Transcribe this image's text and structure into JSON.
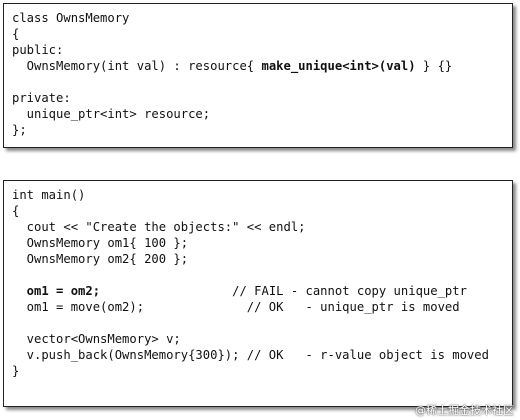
{
  "box1": {
    "lines": [
      {
        "segments": [
          {
            "text": "class OwnsMemory",
            "bold": false
          }
        ]
      },
      {
        "segments": [
          {
            "text": "{",
            "bold": false
          }
        ]
      },
      {
        "segments": [
          {
            "text": "public:",
            "bold": false
          }
        ]
      },
      {
        "segments": [
          {
            "text": "  OwnsMemory(int val) : resource{ ",
            "bold": false
          },
          {
            "text": "make_unique<int>(val)",
            "bold": true
          },
          {
            "text": " } {}",
            "bold": false
          }
        ]
      },
      {
        "segments": [
          {
            "text": "",
            "bold": false
          }
        ]
      },
      {
        "segments": [
          {
            "text": "private:",
            "bold": false
          }
        ]
      },
      {
        "segments": [
          {
            "text": "  unique_ptr<int> resource;",
            "bold": false
          }
        ]
      },
      {
        "segments": [
          {
            "text": "};",
            "bold": false
          }
        ]
      }
    ]
  },
  "box2": {
    "lines": [
      {
        "segments": [
          {
            "text": "int main()",
            "bold": false
          }
        ]
      },
      {
        "segments": [
          {
            "text": "{",
            "bold": false
          }
        ]
      },
      {
        "segments": [
          {
            "text": "  cout << \"Create the objects:\" << endl;",
            "bold": false
          }
        ]
      },
      {
        "segments": [
          {
            "text": "  OwnsMemory om1{ 100 };",
            "bold": false
          }
        ]
      },
      {
        "segments": [
          {
            "text": "  OwnsMemory om2{ 200 };",
            "bold": false
          }
        ]
      },
      {
        "segments": [
          {
            "text": "",
            "bold": false
          }
        ]
      },
      {
        "segments": [
          {
            "text": "  om1 = om2;",
            "bold": true
          },
          {
            "text": "                  // FAIL - cannot copy unique_ptr",
            "bold": false
          }
        ]
      },
      {
        "segments": [
          {
            "text": "  om1 = move(om2);              // OK   - unique_ptr is moved",
            "bold": false
          }
        ]
      },
      {
        "segments": [
          {
            "text": "",
            "bold": false
          }
        ]
      },
      {
        "segments": [
          {
            "text": "  vector<OwnsMemory> v;",
            "bold": false
          }
        ]
      },
      {
        "segments": [
          {
            "text": "  v.push_back(OwnsMemory{300}); // OK   - r-value object is moved",
            "bold": false
          }
        ]
      },
      {
        "segments": [
          {
            "text": "}",
            "bold": false
          }
        ]
      }
    ]
  },
  "watermark": {
    "text": "@稀土掘金技术社区"
  }
}
